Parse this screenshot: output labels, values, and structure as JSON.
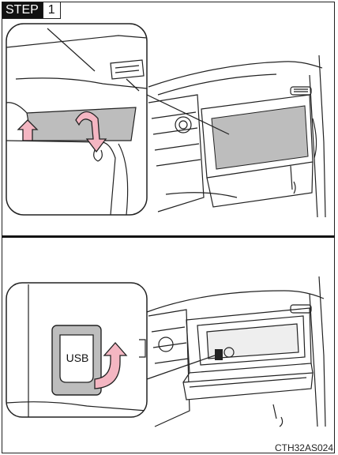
{
  "step": {
    "word": "STEP",
    "number": "1"
  },
  "figure": {
    "usb_label": "USB",
    "code": "CTH32AS024"
  },
  "colors": {
    "accent_pink": "#f4b6c2",
    "panel_gray": "#bdbdbd",
    "line": "#222222"
  }
}
